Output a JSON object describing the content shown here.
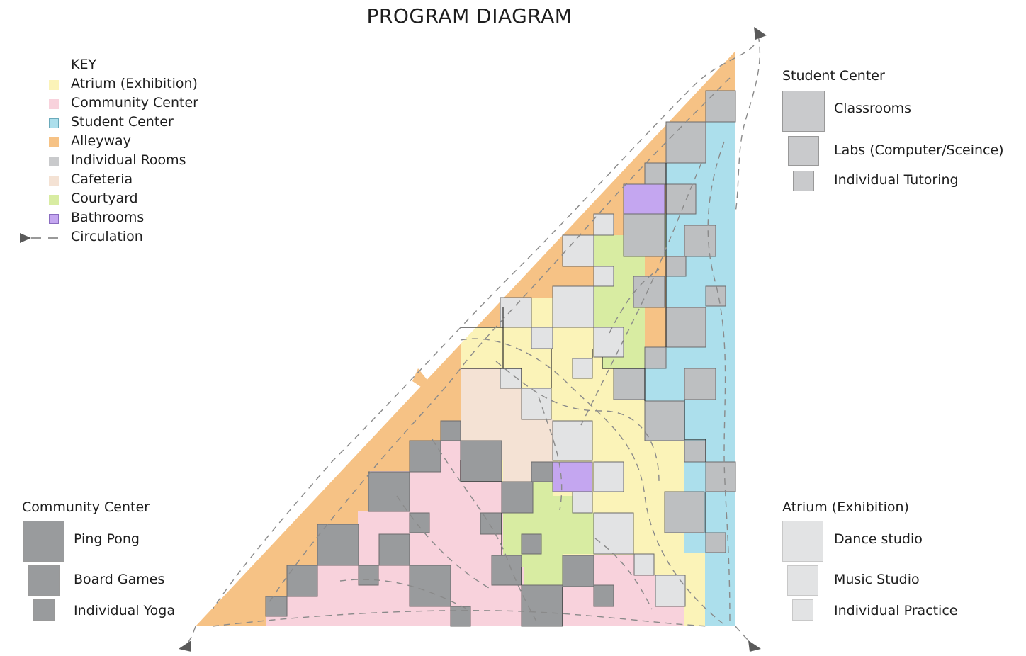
{
  "title": "PROGRAM DIAGRAM",
  "key": {
    "heading": "KEY",
    "items": [
      {
        "label": "Atrium (Exhibition)",
        "color": "#fbf3b8"
      },
      {
        "label": "Community Center",
        "color": "#f8d2dc"
      },
      {
        "label": "Student Center",
        "color": "#acdfec"
      },
      {
        "label": "Alleyway",
        "color": "#f6c285"
      },
      {
        "label": "Individual Rooms",
        "color": "#c9cacc"
      },
      {
        "label": "Cafeteria",
        "color": "#f4e2d4"
      },
      {
        "label": "Courtyard",
        "color": "#d8eca2"
      },
      {
        "label": "Bathrooms",
        "color": "#c4a6f0"
      }
    ],
    "circulation_label": "Circulation"
  },
  "student_center": {
    "title": "Student Center",
    "items": [
      "Classrooms",
      "Labs (Computer/Sceince)",
      "Individual Tutoring"
    ]
  },
  "community_center": {
    "title": "Community Center",
    "items": [
      "Ping Pong",
      "Board Games",
      "Individual Yoga"
    ]
  },
  "atrium": {
    "title": "Atrium (Exhibition)",
    "items": [
      "Dance studio",
      "Music Studio",
      "Individual Practice"
    ]
  },
  "colors": {
    "atrium": "#fbf3b8",
    "community": "#f8d2dc",
    "student": "#acdfec",
    "alley": "#f6c285",
    "cafeteria": "#f4e2d4",
    "courtyard": "#d8eca2",
    "bathroom": "#c4a6f0",
    "room_dark": "#999b9d",
    "room_mid": "#bdbfc1",
    "room_light": "#e2e3e4"
  }
}
